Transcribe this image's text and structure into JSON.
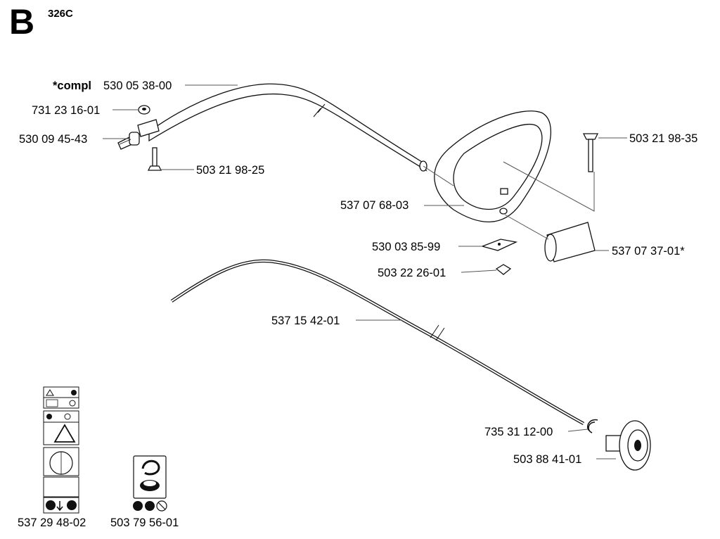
{
  "header": {
    "section_letter": "B",
    "model": "326C"
  },
  "callouts": {
    "shaft_compl_prefix": "*compl",
    "shaft_compl": "530 05 38-00",
    "nut": "731 23 16-01",
    "throttle_end": "530 09 45-43",
    "screw_left": "503 21 98-25",
    "screw_right": "503 21 98-35",
    "handle": "537 07 68-03",
    "bracket": "530 03 85-99",
    "wing_nut": "503 22 26-01",
    "grip_sleeve": "537 07 37-01*",
    "drive_shaft": "537 15 42-01",
    "retaining_clip": "735 31 12-00",
    "bearing_housing": "503 88 41-01",
    "decal_sheet": "537 29 48-02",
    "trimmer_decal": "503 79 56-01"
  },
  "icons": [
    "warning-triangle-icon",
    "ear-protection-icon",
    "ce-mark-icon",
    "no-entry-icon",
    "trimmer-head-icon"
  ]
}
